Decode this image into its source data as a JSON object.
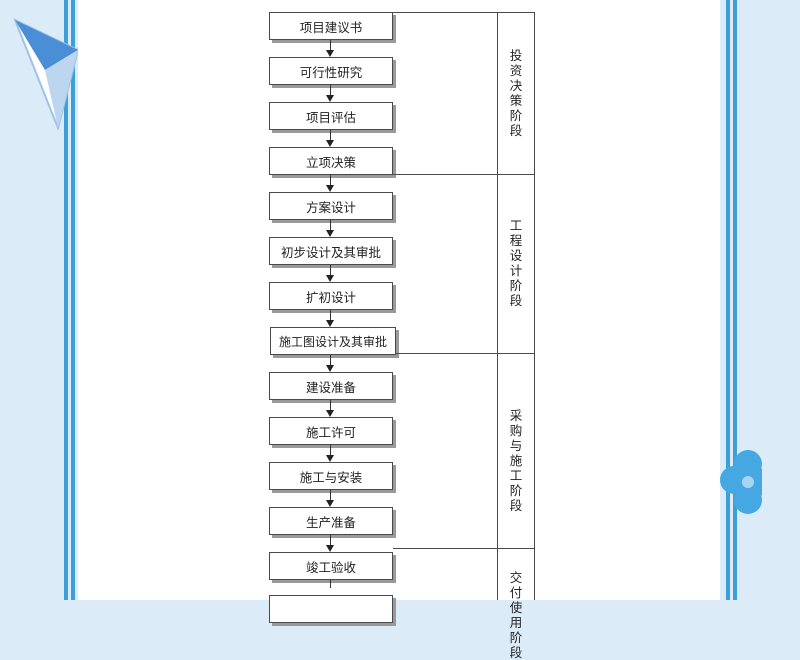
{
  "steps": [
    "项目建议书",
    "可行性研究",
    "项目评估",
    "立项决策",
    "方案设计",
    "初步设计及其审批",
    "扩初设计",
    "施工图设计及其审批",
    "建设准备",
    "施工许可",
    "施工与安装",
    "生产准备",
    "竣工验收"
  ],
  "phases": [
    "投资决策阶段",
    "工程设计阶段",
    "采购与施工阶段",
    "交付使用阶段"
  ],
  "colors": {
    "frame_stripe": "#3d9fd8",
    "background": "#dcebf8"
  }
}
